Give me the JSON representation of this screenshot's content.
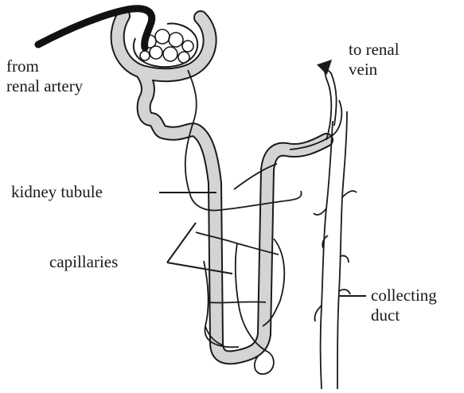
{
  "labels": {
    "from_renal_artery": [
      "from",
      "renal artery"
    ],
    "to_renal_vein": [
      "to renal",
      "vein"
    ],
    "kidney_tubule": "kidney tubule",
    "capillaries": "capillaries",
    "collecting_duct": [
      "collecting",
      "duct"
    ]
  },
  "colors": {
    "tubule_fill": "#d4d4d4",
    "line": "#1a1a1a",
    "artery": "#111111"
  }
}
